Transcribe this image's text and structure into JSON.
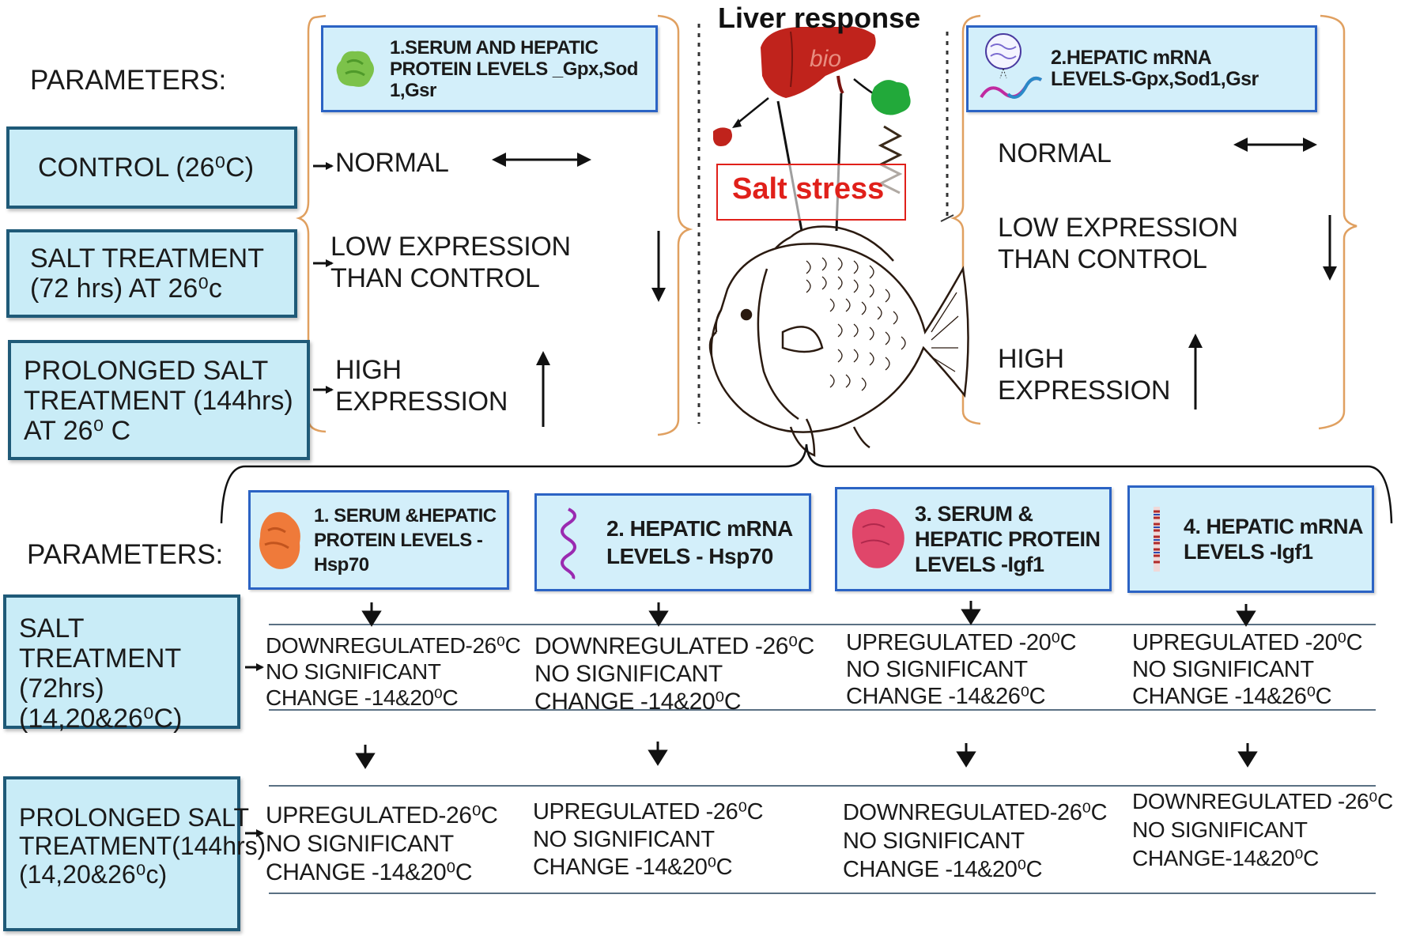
{
  "title": "Liver response",
  "salt_stress": "Salt stress",
  "logo_text": "bio",
  "top": {
    "parameters_label": "PARAMETERS:",
    "conditions": [
      "CONTROL (26⁰C)",
      "SALT TREATMENT (72 hrs)  AT 26⁰c",
      "PROLONGED SALT TREATMENT (144hrs) AT 26⁰ C"
    ],
    "left_panel": {
      "header": "1.SERUM AND HEPATIC PROTEIN LEVELS _Gpx,Sod 1,Gsr",
      "responses": [
        "NORMAL",
        "LOW EXPRESSION THAN CONTROL",
        "HIGH EXPRESSION"
      ]
    },
    "right_panel": {
      "header": "2.HEPATIC mRNA LEVELS-Gpx,Sod1,Gsr",
      "responses": [
        "NORMAL",
        "LOW EXPRESSION THAN CONTROL",
        "HIGH EXPRESSION"
      ]
    }
  },
  "bottom": {
    "parameters_label": "PARAMETERS:",
    "conditions": [
      "SALT TREATMENT (72hrs) (14,20&26⁰C)",
      "PROLONGED SALT TREATMENT(144hrs) (14,20&26⁰c)"
    ],
    "columns": [
      {
        "header": "1. SERUM &HEPATIC PROTEIN LEVELS - Hsp70",
        "icon": "orange-protein-icon",
        "salt72": [
          "DOWNREGULATED-26⁰C",
          "NO SIGNIFICANT",
          "CHANGE -14&20⁰C"
        ],
        "salt144": [
          "UPREGULATED-26⁰C",
          "NO SIGNIFICANT",
          "CHANGE -14&20⁰C"
        ]
      },
      {
        "header": "2. HEPATIC mRNA LEVELS - Hsp70",
        "icon": "mrna-squiggle-icon",
        "salt72": [
          "DOWNREGULATED -26⁰C",
          "NO SIGNIFICANT",
          "CHANGE -14&20⁰C"
        ],
        "salt144": [
          "UPREGULATED -26⁰C",
          "NO SIGNIFICANT",
          "CHANGE -14&20⁰C"
        ]
      },
      {
        "header": "3. SERUM & HEPATIC PROTEIN LEVELS -Igf1",
        "icon": "pink-protein-icon",
        "salt72": [
          "UPREGULATED -20⁰C",
          "NO SIGNIFICANT",
          "CHANGE -14&26⁰C"
        ],
        "salt144": [
          "DOWNREGULATED-26⁰C",
          "NO SIGNIFICANT",
          "CHANGE -14&20⁰C"
        ]
      },
      {
        "header": "4. HEPATIC mRNA LEVELS -Igf1",
        "icon": "dna-strand-icon",
        "salt72": [
          "UPREGULATED -20⁰C",
          "NO SIGNIFICANT",
          "CHANGE -14&26⁰C"
        ],
        "salt144": [
          "DOWNREGULATED -26⁰C",
          "NO SIGNIFICANT",
          "CHANGE-14&20⁰C"
        ]
      }
    ]
  },
  "colors": {
    "box_fill": "#c9ecf7",
    "box_border": "#1f5a78",
    "header_border": "#2b63c4",
    "brace": "#e0a060",
    "salt_stress_red": "#e0201a",
    "liver": "#c0231c"
  }
}
